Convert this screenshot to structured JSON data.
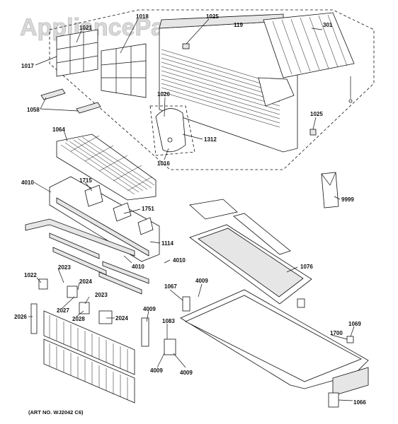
{
  "watermark": "AppliancePartsPros.com",
  "art_number": "(ART NO. WJ2042 C6)",
  "callouts": [
    {
      "id": "c1017",
      "text": "1017"
    },
    {
      "id": "c1021",
      "text": "1021"
    },
    {
      "id": "c1018",
      "text": "1018"
    },
    {
      "id": "c1025a",
      "text": "1025"
    },
    {
      "id": "c119",
      "text": "119"
    },
    {
      "id": "c301",
      "text": "301"
    },
    {
      "id": "c1058",
      "text": "1058"
    },
    {
      "id": "c1020",
      "text": "1020"
    },
    {
      "id": "c1312",
      "text": "1312"
    },
    {
      "id": "c1016",
      "text": "1016"
    },
    {
      "id": "c1025b",
      "text": "1025"
    },
    {
      "id": "c1064",
      "text": "1064"
    },
    {
      "id": "c4010a",
      "text": "4010"
    },
    {
      "id": "c1715",
      "text": "1715"
    },
    {
      "id": "c1751",
      "text": "1751"
    },
    {
      "id": "c9999",
      "text": "9999"
    },
    {
      "id": "c1114",
      "text": "1114"
    },
    {
      "id": "c4010b",
      "text": "4010"
    },
    {
      "id": "c4010c",
      "text": "4010"
    },
    {
      "id": "c1022",
      "text": "1022"
    },
    {
      "id": "c2023a",
      "text": "2023"
    },
    {
      "id": "c2024a",
      "text": "2024"
    },
    {
      "id": "c2023b",
      "text": "2023"
    },
    {
      "id": "c2027",
      "text": "2027"
    },
    {
      "id": "c2028",
      "text": "2028"
    },
    {
      "id": "c2024b",
      "text": "2024"
    },
    {
      "id": "c2026",
      "text": "2026"
    },
    {
      "id": "c4009a",
      "text": "4009"
    },
    {
      "id": "c1083",
      "text": "1083"
    },
    {
      "id": "c4009b",
      "text": "4009"
    },
    {
      "id": "c4009c",
      "text": "4009"
    },
    {
      "id": "c1076",
      "text": "1076"
    },
    {
      "id": "c1067",
      "text": "1067"
    },
    {
      "id": "c4009d",
      "text": "4009"
    },
    {
      "id": "c1069",
      "text": "1069"
    },
    {
      "id": "c1700",
      "text": "1700"
    },
    {
      "id": "c1066",
      "text": "1066"
    }
  ]
}
